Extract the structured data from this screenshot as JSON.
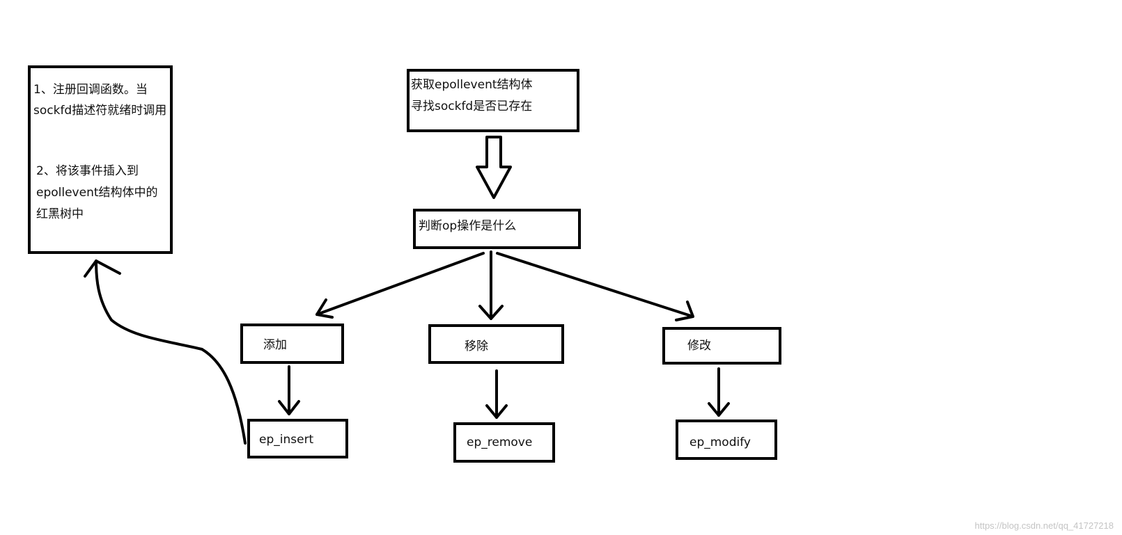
{
  "notes": {
    "line1": "1、注册回调函数。当",
    "line2": "sockfd描述符就绪时调用",
    "line3": "2、将该事件插入到",
    "line4": "epollevent结构体中的",
    "line5": "红黑树中"
  },
  "top_box": {
    "line1": "获取epollevent结构体",
    "line2": "寻找sockfd是否已存在"
  },
  "decision_box": {
    "label": "判断op操作是什么"
  },
  "branches": [
    {
      "label": "添加",
      "function": "ep_insert"
    },
    {
      "label": "移除",
      "function": "ep_remove"
    },
    {
      "label": "修改",
      "function": "ep_modify"
    }
  ],
  "watermark": "https://blog.csdn.net/qq_41727218"
}
